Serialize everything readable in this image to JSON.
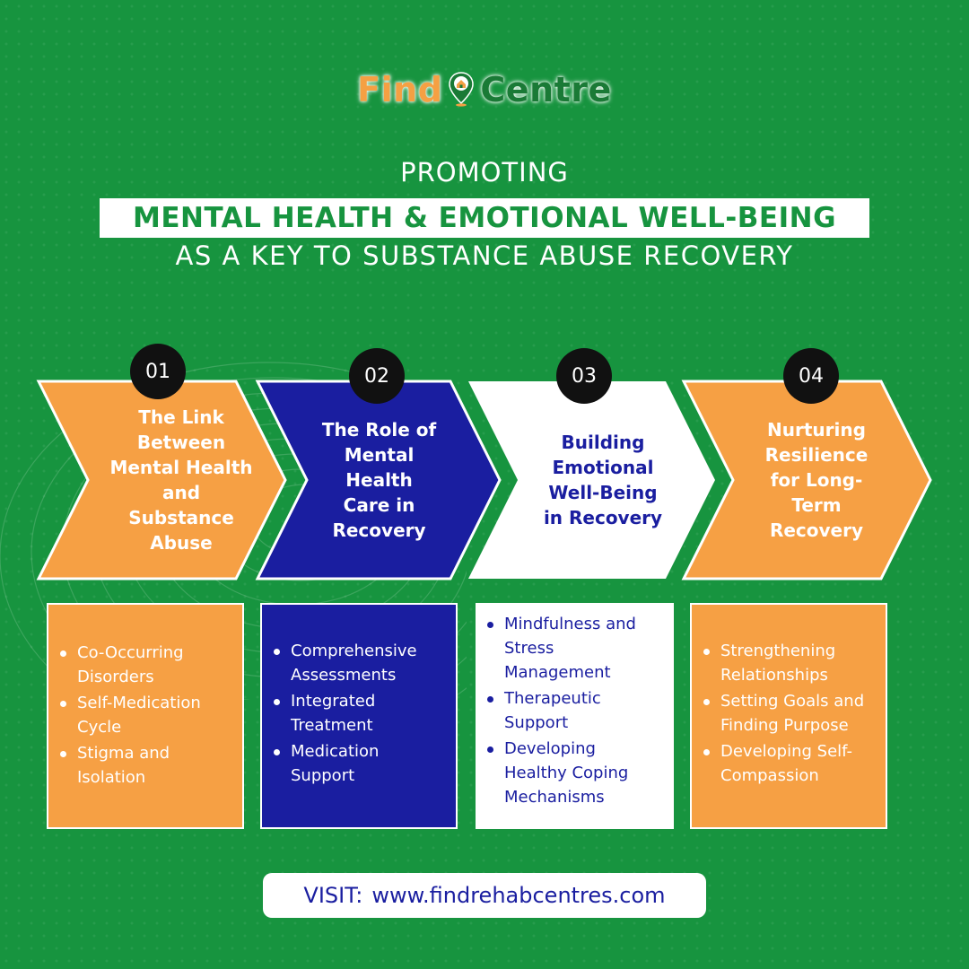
{
  "logo": {
    "find": "Find",
    "centre": "Centre",
    "pin_icon": "location-pin-icon"
  },
  "title": {
    "line1": "PROMOTING",
    "line2": "MENTAL HEALTH & EMOTIONAL WELL-BEING",
    "line3": "AS A KEY TO SUBSTANCE ABUSE RECOVERY"
  },
  "steps": [
    {
      "number": "01",
      "heading": [
        "The Link",
        "Between",
        "Mental Health",
        "and",
        "Substance",
        "Abuse"
      ],
      "bullets": [
        [
          "Co-Occurring",
          "Disorders"
        ],
        [
          "Self-Medication",
          "Cycle"
        ],
        [
          "Stigma and",
          "Isolation"
        ]
      ]
    },
    {
      "number": "02",
      "heading": [
        "The Role of",
        "Mental",
        "Health",
        "Care in",
        "Recovery"
      ],
      "bullets": [
        [
          "Comprehensive",
          "Assessments"
        ],
        [
          "Integrated",
          "Treatment"
        ],
        [
          "Medication",
          "Support"
        ]
      ]
    },
    {
      "number": "03",
      "heading": [
        "Building",
        "Emotional",
        "Well-Being",
        "in Recovery"
      ],
      "bullets": [
        [
          "Mindfulness and",
          "Stress",
          "Management"
        ],
        [
          "Therapeutic",
          "Support"
        ],
        [
          "Developing",
          "Healthy Coping",
          "Mechanisms"
        ]
      ]
    },
    {
      "number": "04",
      "heading": [
        "Nurturing",
        "Resilience",
        "for Long-",
        "Term",
        "Recovery"
      ],
      "bullets": [
        [
          "Strengthening",
          "Relationships"
        ],
        [
          "Setting Goals and",
          "Finding Purpose"
        ],
        [
          "Developing Self-",
          "Compassion"
        ]
      ]
    }
  ],
  "footer": {
    "label": "VISIT:",
    "url": "www.findrehabcentres.com"
  },
  "colors": {
    "background": "#17943f",
    "orange": "#f6a044",
    "blue": "#1a1ea0",
    "white": "#ffffff",
    "badge": "#111111",
    "logo_find": "#f5a043",
    "logo_centre": "#1a7a36"
  }
}
